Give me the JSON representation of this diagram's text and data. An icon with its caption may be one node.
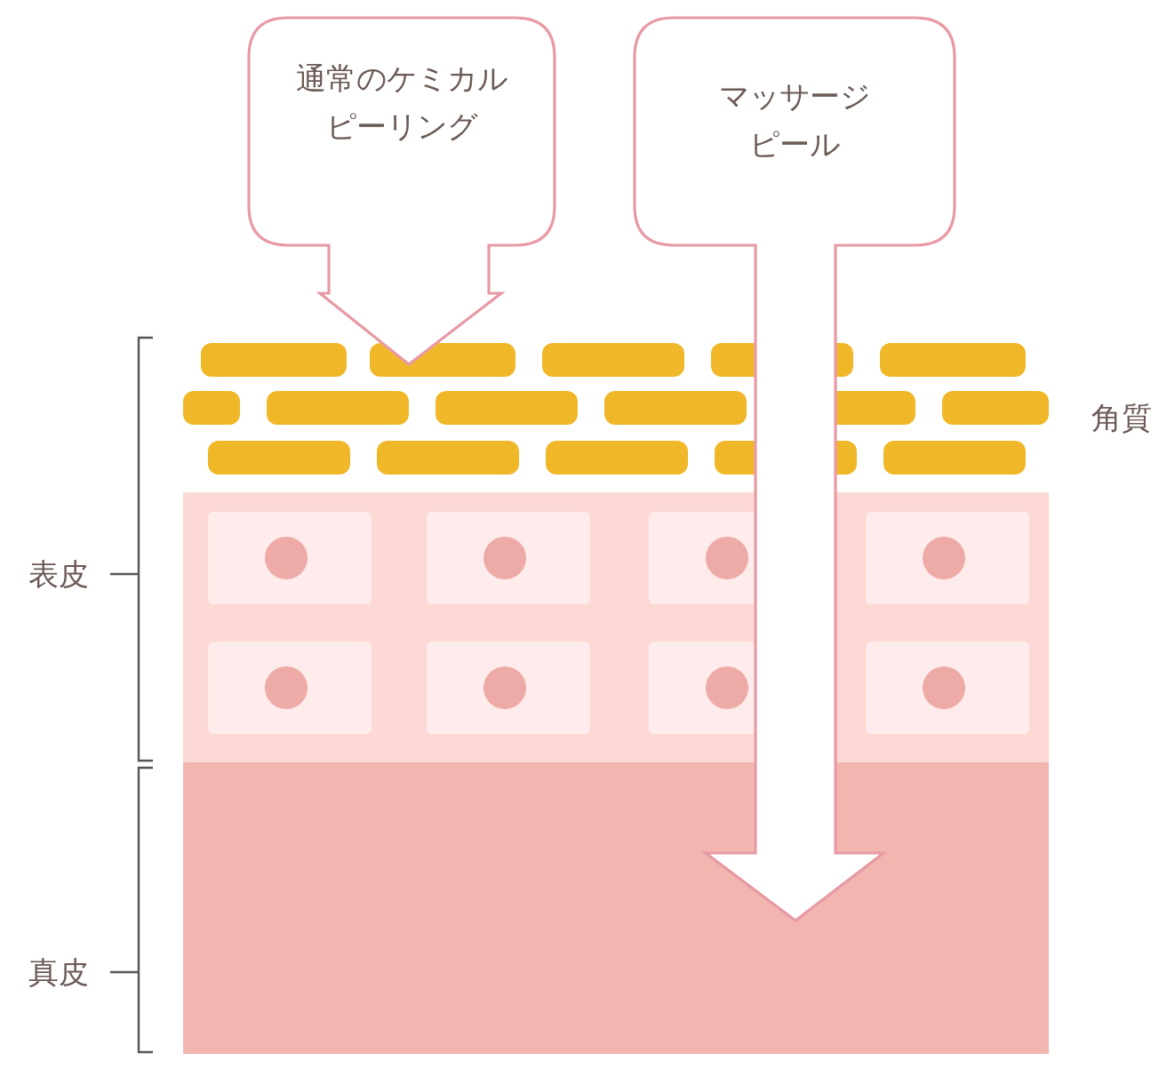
{
  "diagram": {
    "nodes": [
      {
        "text": [
          "通常のケミカルピーリング"
        ]
      },
      {
        "text": [
          "マッサージピール"
        ]
      }
    ],
    "labels": [
      "角質",
      "表皮",
      "真皮"
    ]
  }
}
